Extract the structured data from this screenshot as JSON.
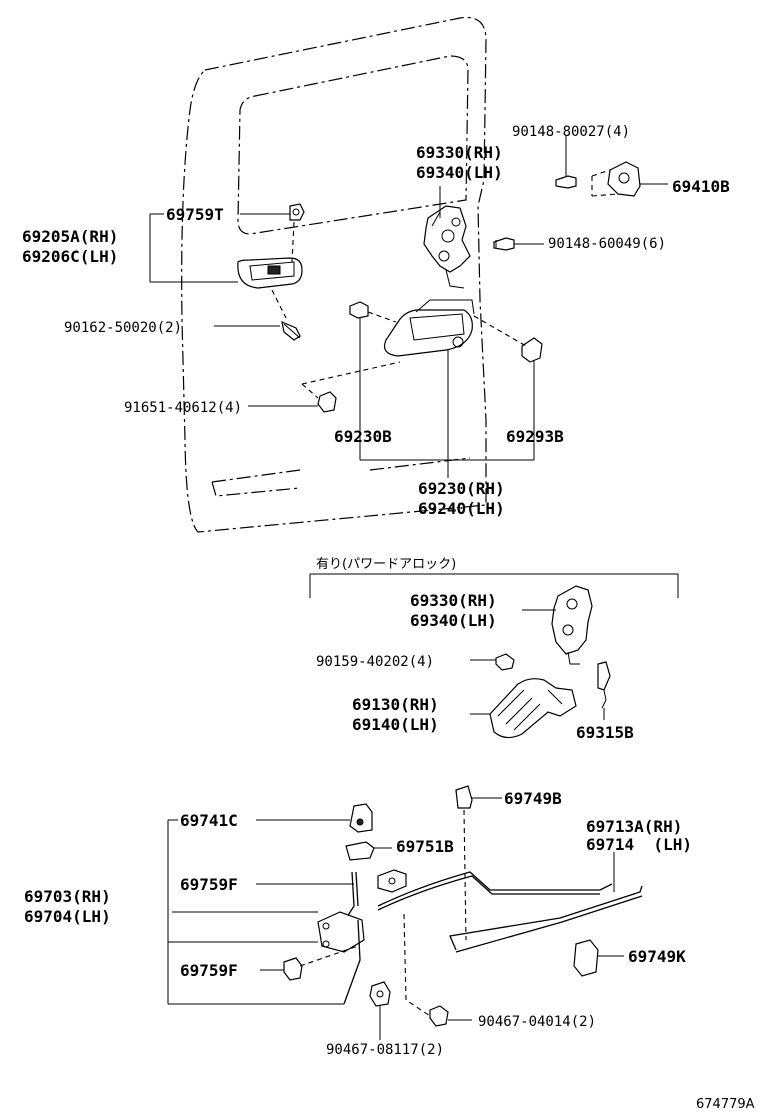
{
  "labels": {
    "p90148_80027": "90148-80027(4)",
    "p69330_rh_a": "69330(RH)",
    "p69340_lh_a": "69340(LH)",
    "p69410b": "69410B",
    "p69759t": "69759T",
    "p69205a": "69205A(RH)",
    "p69206c": "69206C(LH)",
    "p90148_60049": "90148-60049(6)",
    "p90162_50020": "90162-50020(2)",
    "p91651_40612": "91651-40612(4)",
    "p69230b": "69230B",
    "p69293b": "69293B",
    "p69230_rh": "69230(RH)",
    "p69240_lh": "69240(LH)",
    "section_power_lock": "有り(パワードアロック)",
    "p69330_rh_b": "69330(RH)",
    "p69340_lh_b": "69340(LH)",
    "p90159_40202": "90159-40202(4)",
    "p69130_rh": "69130(RH)",
    "p69140_lh": "69140(LH)",
    "p69315b": "69315B",
    "p69749b": "69749B",
    "p69741c": "69741C",
    "p69751b": "69751B",
    "p69713a": "69713A(RH)",
    "p69714": "69714  (LH)",
    "p69703_rh": "69703(RH)",
    "p69704_lh": "69704(LH)",
    "p69759f_a": "69759F",
    "p69759f_b": "69759F",
    "p69749k": "69749K",
    "p90467_04014": "90467-04014(2)",
    "p90467_08117": "90467-08117(2)",
    "diagram_ref": "674779A"
  }
}
